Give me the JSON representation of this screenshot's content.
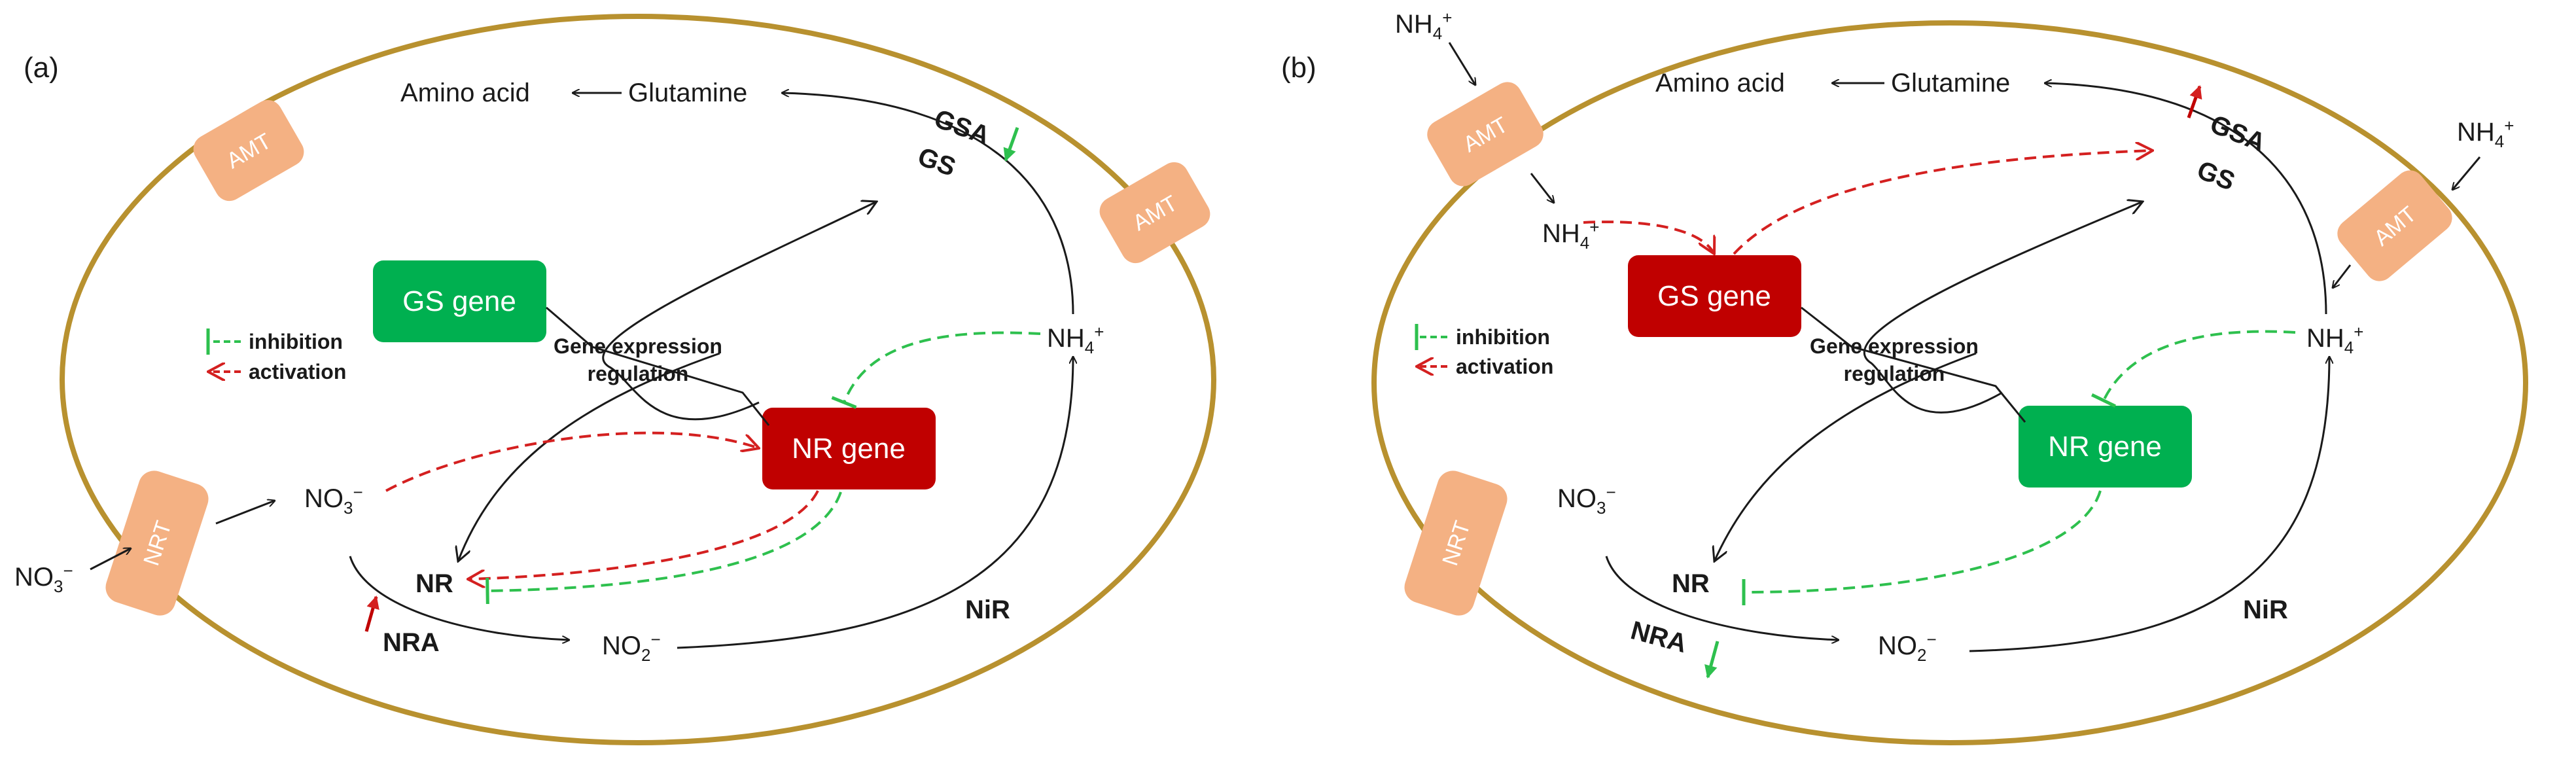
{
  "colors": {
    "membrane": "#b8912f",
    "transporter": "#f4b183",
    "gene_up": "#c00000",
    "gene_down": "#00b050",
    "activation": "#d42020",
    "inhibition": "#2ec04e",
    "flow": "#1a1a1a"
  },
  "legend": {
    "inhibition": "inhibition",
    "activation": "activation"
  },
  "panels": [
    {
      "id": "a",
      "label": "(a)",
      "amino_acid": "Amino acid",
      "glutamine": "Glutamine",
      "gsa": "GSA",
      "gs": "GS",
      "gsa_trend": "down",
      "gs_gene": "GS gene",
      "gs_gene_state": "down",
      "nr_gene": "NR gene",
      "nr_gene_state": "up",
      "regulation_line1": "Gene expression",
      "regulation_line2": "regulation",
      "nh4_base": "NH",
      "nh4_sub": "4",
      "nh4_sup": "+",
      "no3_base": "NO",
      "no3_sub": "3",
      "no3_sup": "−",
      "no2_base": "NO",
      "no2_sub": "2",
      "no2_sup": "−",
      "nr": "NR",
      "nra": "NRA",
      "nra_trend": "up",
      "nir": "NiR",
      "amt": "AMT",
      "nrt": "NRT"
    },
    {
      "id": "b",
      "label": "(b)",
      "amino_acid": "Amino acid",
      "glutamine": "Glutamine",
      "gsa": "GSA",
      "gs": "GS",
      "gsa_trend": "up",
      "gs_gene": "GS gene",
      "gs_gene_state": "up",
      "nr_gene": "NR gene",
      "nr_gene_state": "down",
      "regulation_line1": "Gene expression",
      "regulation_line2": "regulation",
      "nh4_base": "NH",
      "nh4_sub": "4",
      "nh4_sup": "+",
      "no3_base": "NO",
      "no3_sub": "3",
      "no3_sup": "−",
      "no2_base": "NO",
      "no2_sub": "2",
      "no2_sup": "−",
      "nr": "NR",
      "nra": "NRA",
      "nra_trend": "down",
      "nir": "NiR",
      "amt": "AMT",
      "nrt": "NRT"
    }
  ]
}
